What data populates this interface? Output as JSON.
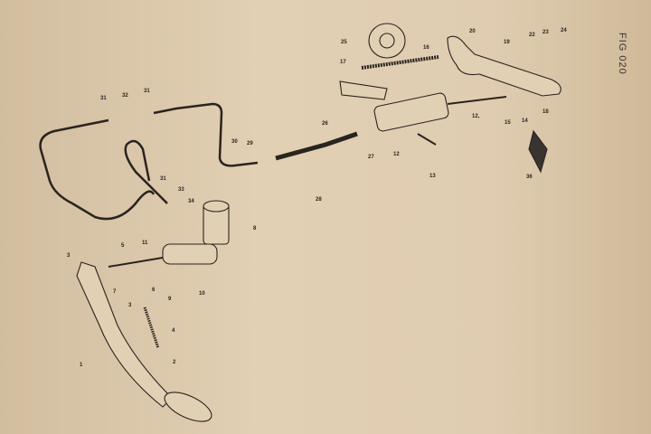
{
  "figure": {
    "title": "FIG 020"
  },
  "callouts": [
    "1",
    "2",
    "3",
    "3",
    "4",
    "5",
    "6",
    "7",
    "8",
    "9",
    "10",
    "11",
    "12",
    "12,",
    "13",
    "14",
    "15",
    "16",
    "17",
    "18",
    "19",
    "20",
    "22",
    "23",
    "24",
    "25",
    "26",
    "27",
    "28",
    "29",
    "30",
    "31",
    "31",
    "31",
    "32",
    "33",
    "34",
    "36"
  ]
}
